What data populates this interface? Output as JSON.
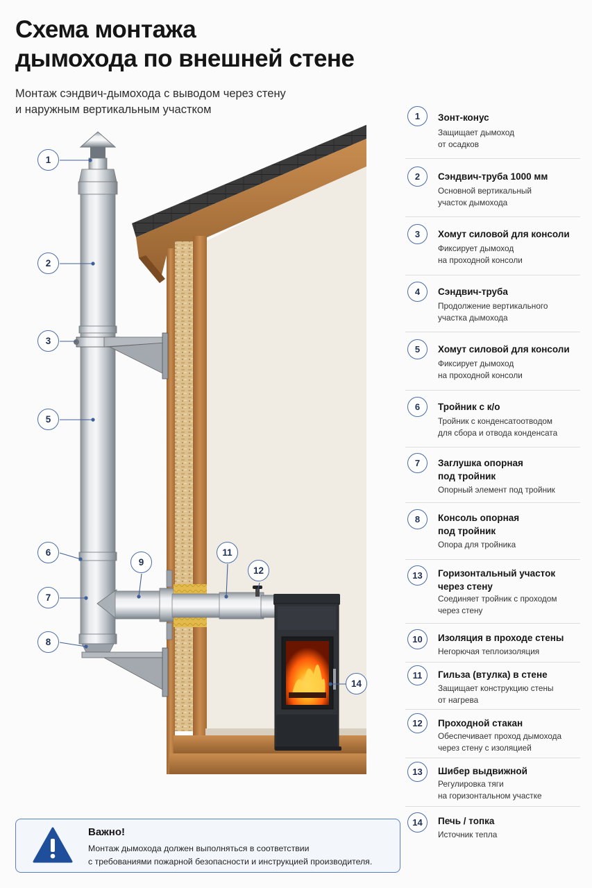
{
  "header": {
    "title_lines": [
      "Схема монтажа",
      "дымохода по внешней стене"
    ],
    "subtitle_lines": [
      "Монтаж сэндвич-дымохода с выводом через стену",
      "и наружным вертикальным участком"
    ]
  },
  "legend": [
    {
      "num": "1",
      "title": [
        "Зонт-конус"
      ],
      "desc": [
        "Защищает дымоход",
        "от осадков"
      ]
    },
    {
      "num": "2",
      "title": [
        "Сэндвич-труба 1000 мм"
      ],
      "desc": [
        "Основной вертикальный",
        "участок дымохода"
      ]
    },
    {
      "num": "3",
      "title": [
        "Хомут силовой для консоли"
      ],
      "desc": [
        "Фиксирует дымоход",
        "на проходной консоли"
      ]
    },
    {
      "num": "4",
      "title": [
        "Сэндвич-труба"
      ],
      "desc": [
        "Продолжение вертикального",
        "участка дымохода"
      ]
    },
    {
      "num": "5",
      "title": [
        "Хомут силовой для консоли"
      ],
      "desc": [
        "Фиксирует дымоход",
        "на проходной консоли"
      ]
    },
    {
      "num": "6",
      "title": [
        "Тройник с к/о"
      ],
      "desc": [
        "Тройник с конденсатоотводом",
        "для сбора и отвода конденсата"
      ]
    },
    {
      "num": "7",
      "title": [
        "Заглушка опорная",
        "под тройник"
      ],
      "desc": [
        "Опорный элемент под тройник"
      ]
    },
    {
      "num": "8",
      "title": [
        "Консоль опорная",
        "под тройник"
      ],
      "desc": [
        "Опора для тройника"
      ]
    },
    {
      "num": "13",
      "title": [
        "Горизонтальный участок",
        "через стену"
      ],
      "desc": [
        "Соединяет тройник с проходом",
        "через стену"
      ]
    },
    {
      "num": "10",
      "title": [
        "Изоляция в проходе стены"
      ],
      "desc": [
        "Негорючая теплоизоляция"
      ]
    },
    {
      "num": "11",
      "title": [
        "Гильза (втулка) в стене"
      ],
      "desc": [
        "Защищает конструкцию стены",
        "от нагрева"
      ]
    },
    {
      "num": "12",
      "title": [
        "Проходной стакан"
      ],
      "desc": [
        "Обеспечивает проход дымохода",
        "через стену с изоляцией"
      ]
    },
    {
      "num": "13",
      "title": [
        "Шибер выдвижной"
      ],
      "desc": [
        "Регулировка тяги",
        "на горизонтальном участке"
      ]
    },
    {
      "num": "14",
      "title": [
        "Печь / топка"
      ],
      "desc": [
        "Источник тепла"
      ]
    }
  ],
  "callouts": [
    "1",
    "2",
    "3",
    "5",
    "6",
    "7",
    "8",
    "9",
    "11",
    "12",
    "14"
  ],
  "notice": {
    "title": "Важно!",
    "text_lines": [
      "Монтаж дымохода должен выполняться в соответствии",
      "с требованиями пожарной безопасности и инструкцией производителя."
    ],
    "icon": "warning-triangle-icon"
  },
  "colors": {
    "accent": "#1f4e9a",
    "badge_border": "#4a6da8",
    "wood": "#b77d44",
    "roof": "#3b3b3b",
    "steel": "#c8ccd0",
    "insulation": "#e0b94a",
    "fire": "#ff7a10"
  }
}
